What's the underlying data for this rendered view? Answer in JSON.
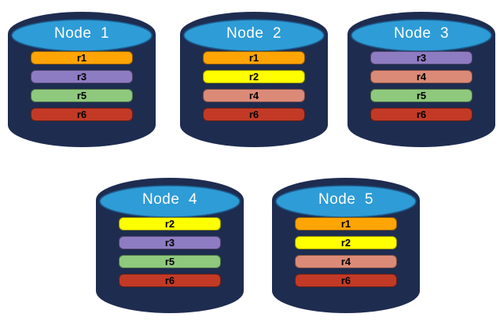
{
  "palette": {
    "background": "#FFFFFF",
    "cylinder_body": "#1E2C50",
    "cylinder_top": "#2E9CD6",
    "cylinder_top_border": "#1D5E8F",
    "node_label_color": "#FFFFFF",
    "bar_text_color": "#000000"
  },
  "replica_colors": {
    "r1": "#FFA405",
    "r2": "#FFFF00",
    "r3": "#8E7CC3",
    "r4": "#DB8A78",
    "r5": "#8FC97D",
    "r6": "#C23A26"
  },
  "nodes": [
    {
      "label": "Node  1",
      "bars": [
        {
          "label": "r1",
          "color": "#FFA405"
        },
        {
          "label": "r3",
          "color": "#8E7CC3"
        },
        {
          "label": "r5",
          "color": "#8FC97D"
        },
        {
          "label": "r6",
          "color": "#C23A26"
        }
      ]
    },
    {
      "label": "Node  2",
      "bars": [
        {
          "label": "r1",
          "color": "#FFA405"
        },
        {
          "label": "r2",
          "color": "#FFFF00"
        },
        {
          "label": "r4",
          "color": "#DB8A78"
        },
        {
          "label": "r6",
          "color": "#C23A26"
        }
      ]
    },
    {
      "label": "Node  3",
      "bars": [
        {
          "label": "r3",
          "color": "#8E7CC3"
        },
        {
          "label": "r4",
          "color": "#DB8A78"
        },
        {
          "label": "r5",
          "color": "#8FC97D"
        },
        {
          "label": "r6",
          "color": "#C23A26"
        }
      ]
    },
    {
      "label": "Node  4",
      "bars": [
        {
          "label": "r2",
          "color": "#FFFF00"
        },
        {
          "label": "r3",
          "color": "#8E7CC3"
        },
        {
          "label": "r5",
          "color": "#8FC97D"
        },
        {
          "label": "r6",
          "color": "#C23A26"
        }
      ]
    },
    {
      "label": "Node  5",
      "bars": [
        {
          "label": "r1",
          "color": "#FFA405"
        },
        {
          "label": "r2",
          "color": "#FFFF00"
        },
        {
          "label": "r4",
          "color": "#DB8A78"
        },
        {
          "label": "r6",
          "color": "#C23A26"
        }
      ]
    }
  ]
}
